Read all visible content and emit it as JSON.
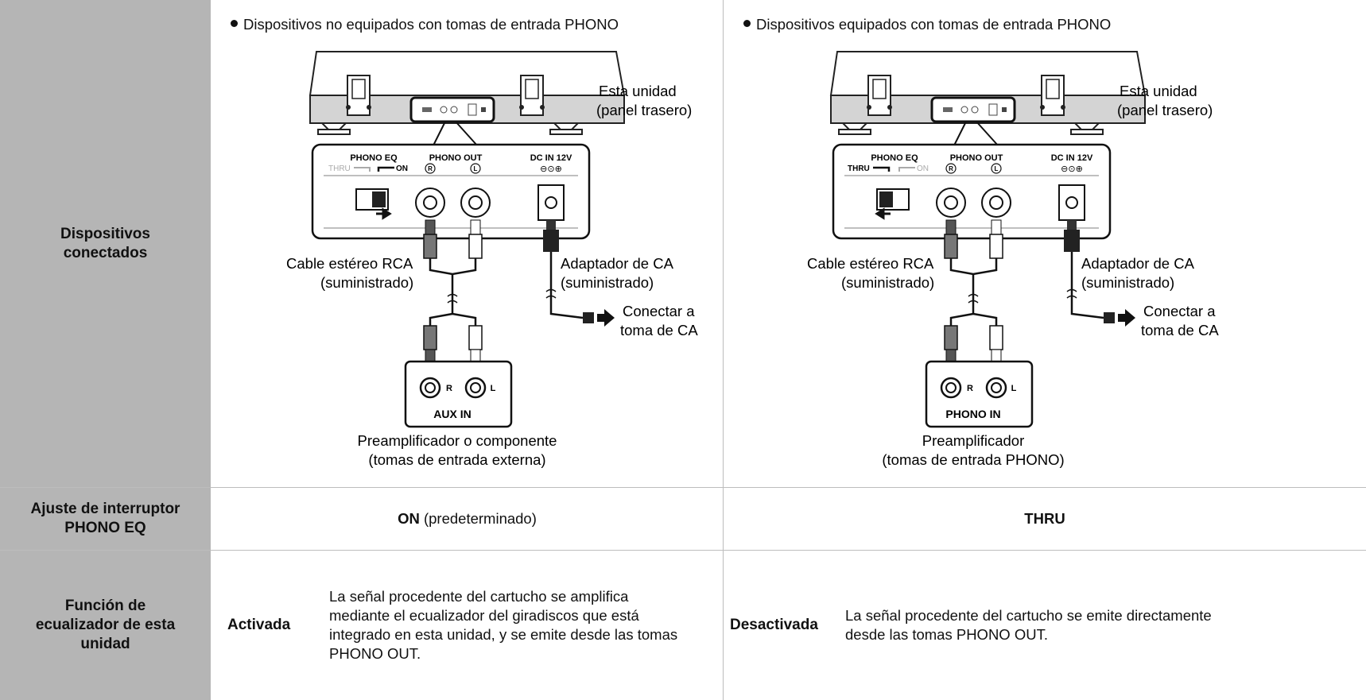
{
  "row_headers": {
    "devices_line1": "Dispositivos",
    "devices_line2": "conectados",
    "switch_line1": "Ajuste de interruptor",
    "switch_line2": "PHONO EQ",
    "eq_line1": "Función de",
    "eq_line2": "ecualizador de esta",
    "eq_line3": "unidad"
  },
  "left": {
    "title": "Dispositivos no equipados con tomas de entrada PHONO",
    "unit_line1": "Esta unidad",
    "unit_line2": "(panel trasero)",
    "panel": {
      "phono_eq": "PHONO EQ",
      "thru": "THRU",
      "on": "ON",
      "phono_out": "PHONO OUT",
      "r": "R",
      "l": "L",
      "dc_in": "DC IN 12V"
    },
    "cable_line1": "Cable estéreo RCA",
    "cable_line2": "(suministrado)",
    "adapter_line1": "Adaptador de CA",
    "adapter_line2": "(suministrado)",
    "outlet_line1": "Conectar a",
    "outlet_line2": "toma de CA",
    "box_label": "AUX IN",
    "box_r": "R",
    "box_l": "L",
    "device_line1": "Preamplificador o componente",
    "device_line2": "(tomas de entrada externa)",
    "switch_value_bold": "ON",
    "switch_value_rest": " (predeterminado)",
    "eq_state": "Activada",
    "eq_desc_1": "La señal procedente del cartucho se amplifica",
    "eq_desc_2": "mediante el ecualizador del giradiscos que está",
    "eq_desc_3": "integrado en esta unidad, y se emite desde las tomas",
    "eq_desc_4": "PHONO OUT."
  },
  "right": {
    "title": "Dispositivos equipados con tomas de entrada PHONO",
    "unit_line1": "Esta unidad",
    "unit_line2": "(panel trasero)",
    "panel": {
      "phono_eq": "PHONO EQ",
      "thru": "THRU",
      "on": "ON",
      "phono_out": "PHONO OUT",
      "r": "R",
      "l": "L",
      "dc_in": "DC IN 12V"
    },
    "cable_line1": "Cable estéreo RCA",
    "cable_line2": "(suministrado)",
    "adapter_line1": "Adaptador de CA",
    "adapter_line2": "(suministrado)",
    "outlet_line1": "Conectar a",
    "outlet_line2": "toma de CA",
    "box_label": "PHONO IN",
    "box_r": "R",
    "box_l": "L",
    "device_line1": "Preamplificador",
    "device_line2": "(tomas de entrada PHONO)",
    "switch_value_bold": "THRU",
    "eq_state": "Desactivada",
    "eq_desc_1": "La señal procedente del cartucho se emite directamente",
    "eq_desc_2": "desde las tomas PHONO OUT."
  }
}
